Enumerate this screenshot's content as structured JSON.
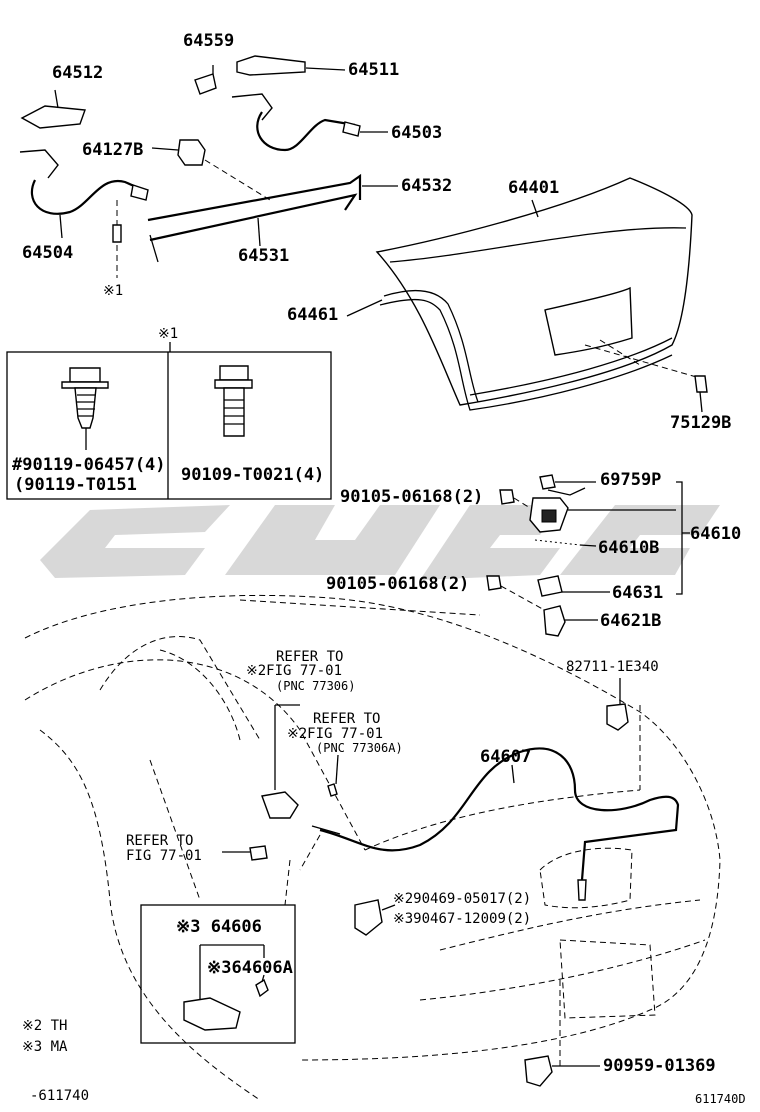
{
  "labels": {
    "p64559": "64559",
    "p64511": "64511",
    "p64512": "64512",
    "p64503": "64503",
    "p64127B": "64127B",
    "p64532": "64532",
    "p64504": "64504",
    "p64531": "64531",
    "p64401": "64401",
    "p64461": "64461",
    "p75129B": "75129B",
    "bolt_mark": "※1",
    "box_mark": "※1",
    "bolt_a1": "#90119-06457(4)",
    "bolt_a2": "(90119-T0151",
    "bolt_b": "90109-T0021(4)",
    "p69759P": "69759P",
    "bolt_upper": "90105-06168(2)",
    "p64610": "64610",
    "p64610B": "64610B",
    "bolt_lower": "90105-06168(2)",
    "p64631": "64631",
    "p64621B": "64621B",
    "p82711": "82711-1E340",
    "ref1_l1": "REFER TO",
    "ref1_l2": "※2FIG 77-01",
    "ref1_l3": "(PNC 77306)",
    "ref2_l1": "REFER TO",
    "ref2_l2": "※2FIG 77-01",
    "ref2_l3": "(PNC 77306A)",
    "p64607": "64607",
    "ref3_l1": "REFER TO",
    "ref3_l2": "FIG 77-01",
    "clip1": "※290469-05017(2)",
    "clip2": "※390467-12009(2)",
    "p64606": "※3 64606",
    "p64606A": "※364606A",
    "p90959": "90959-01369",
    "legend1": "※2 TH",
    "legend2": "※3 MA",
    "code_left": "-611740",
    "code_right": "611740D"
  }
}
